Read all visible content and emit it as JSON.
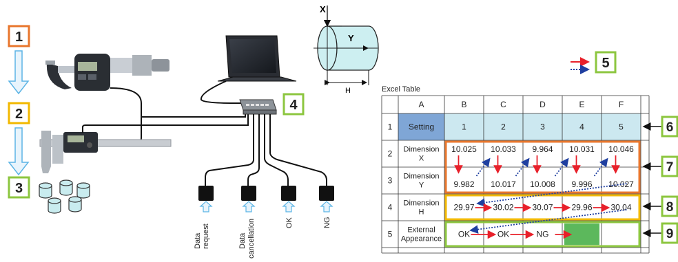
{
  "steps": [
    {
      "number": "1",
      "color": "#e8762c"
    },
    {
      "number": "2",
      "color": "#f2b800"
    },
    {
      "number": "3",
      "color": "#8cc63f"
    }
  ],
  "interface_box_number": "4",
  "legend_number": "5",
  "legend": {
    "red_arrow": "#e8202a",
    "blue_dotted": "#1f3fa0"
  },
  "cylinder": {
    "x_label": "X",
    "y_label": "Y",
    "h_label": "H"
  },
  "switches": [
    {
      "label_lines": [
        "Data",
        "request"
      ]
    },
    {
      "label_lines": [
        "Data",
        "cancellation"
      ]
    },
    {
      "label_lines": [
        "OK"
      ]
    },
    {
      "label_lines": [
        "NG"
      ]
    }
  ],
  "excel": {
    "title": "Excel Table",
    "col_headers": [
      "A",
      "B",
      "C",
      "D",
      "E",
      "F"
    ],
    "rows": [
      {
        "num": "1",
        "label": [
          "Setting"
        ],
        "values": [
          "1",
          "2",
          "3",
          "4",
          "5"
        ]
      },
      {
        "num": "2",
        "label": [
          "Dimension",
          "X"
        ],
        "values": [
          "10.025",
          "10.033",
          "9.964",
          "10.031",
          "10.046"
        ]
      },
      {
        "num": "3",
        "label": [
          "Dimension",
          "Y"
        ],
        "values": [
          "9.982",
          "10.017",
          "10.008",
          "9.996",
          "10.027"
        ]
      },
      {
        "num": "4",
        "label": [
          "Dimension",
          "H"
        ],
        "values": [
          "29.97",
          "30.02",
          "30.07",
          "29.96",
          "30.04"
        ]
      },
      {
        "num": "5",
        "label": [
          "External",
          "Appearance"
        ],
        "values": [
          "OK",
          "OK",
          "NG",
          "",
          ""
        ]
      }
    ]
  },
  "callouts": [
    "6",
    "7",
    "8",
    "9"
  ],
  "colors": {
    "orange": "#e8762c",
    "yellow": "#f2b800",
    "green": "#8cc63f",
    "setting_row": "#cce8f0",
    "row1_num": "#7fa6d6",
    "fill_green": "#5cb85c",
    "arrow_blue": "#5bb4e5"
  }
}
